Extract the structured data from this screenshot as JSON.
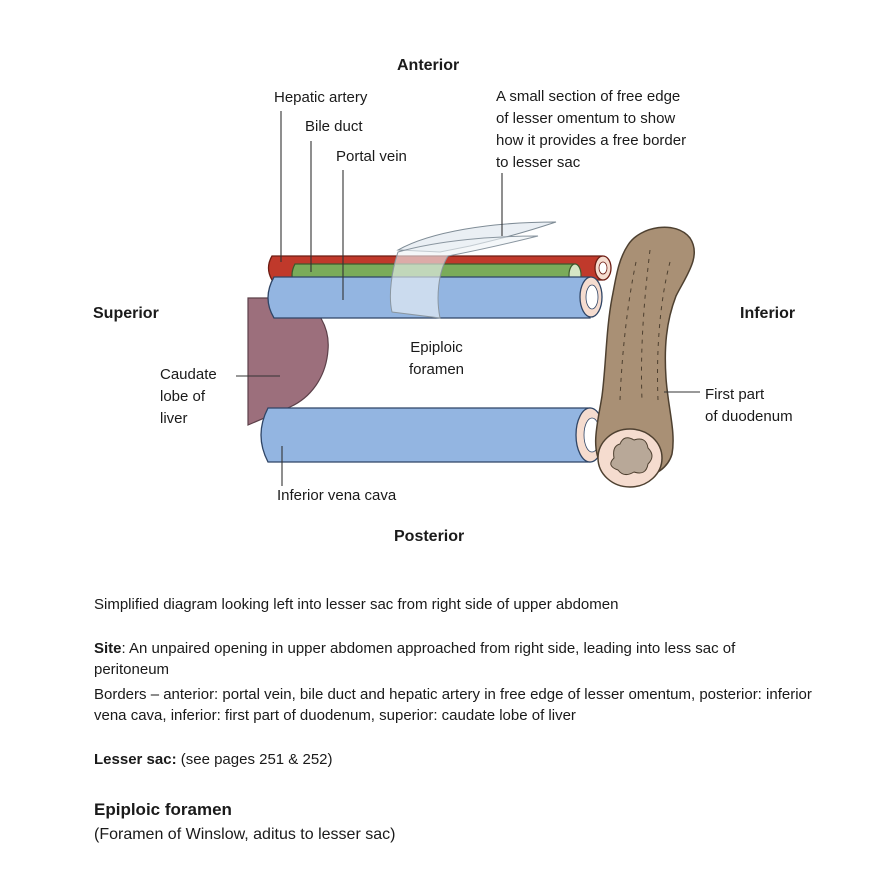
{
  "orientation": {
    "anterior": "Anterior",
    "posterior": "Posterior",
    "superior": "Superior",
    "inferior": "Inferior"
  },
  "labels": {
    "hepatic_artery": "Hepatic artery",
    "bile_duct": "Bile duct",
    "portal_vein": "Portal vein",
    "lesser_omentum_note": "A small section of free edge\nof  lesser omentum to show\nhow it provides a free border\nto lesser sac",
    "epiploic_foramen": "Epiploic\nforamen",
    "caudate_lobe": "Caudate\nlobe of\nliver",
    "first_part_duodenum": "First part\nof duodenum",
    "ivc": "Inferior vena cava"
  },
  "colors": {
    "hepatic_artery": "#c0392b",
    "bile_duct": "#7aab5a",
    "portal_vein": "#93b5e1",
    "ivc": "#93b5e1",
    "caudate_lobe": "#9c6f7c",
    "duodenum": "#a99075",
    "vessel_end": "#f5dccf"
  },
  "text": {
    "caption": "Simplified diagram looking left into lesser sac from right side of upper abdomen",
    "site_label": "Site",
    "site_text": ": An unpaired opening in upper abdomen approached from right side, leading into less sac of peritoneum",
    "borders_text": "Borders – anterior: portal  vein, bile duct and hepatic artery in free edge of lesser omentum, posterior: inferior vena cava, inferior: first part of duodenum, superior: caudate lobe of liver",
    "lesser_sac_label": "Lesser sac:",
    "lesser_sac_text": " (see pages 251 & 252)",
    "heading": "Epiploic foramen",
    "subheading": "(Foramen of Winslow, aditus to lesser sac)"
  }
}
